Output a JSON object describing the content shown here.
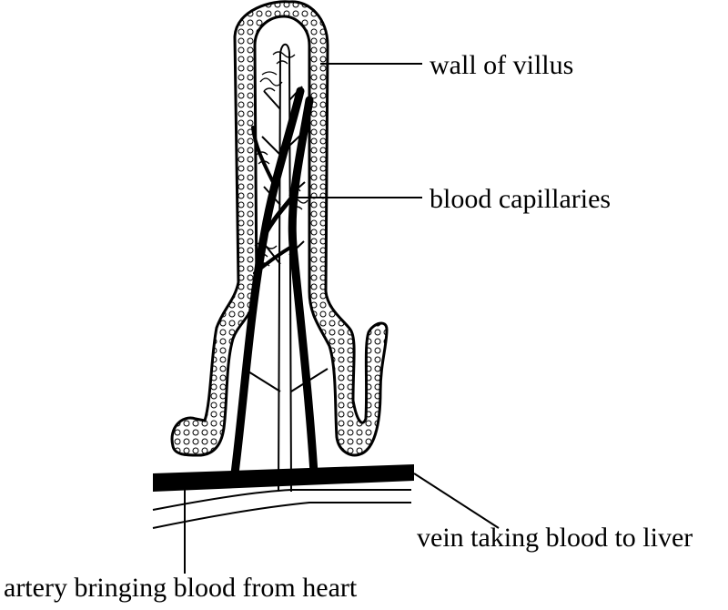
{
  "labels": {
    "wall": "wall of villus",
    "capillaries": "blood capillaries",
    "vein": "vein taking blood to liver",
    "artery": "artery bringing blood from heart"
  }
}
